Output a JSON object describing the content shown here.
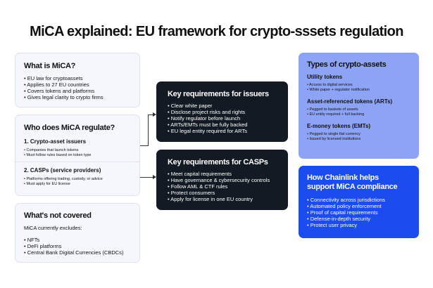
{
  "title": "MiCA explained: EU framework for crypto-sssets regulation",
  "what_is": {
    "heading": "What is MiCA?",
    "items": [
      "EU law for cryptoassets",
      "Applies to 27 EU countries",
      "Covers tokens and platforms",
      "Gives legal clarity to crypto firms"
    ]
  },
  "who": {
    "heading": "Who does MiCA regulate?",
    "groups": [
      {
        "label": "1. Crypto-asset issuers",
        "items": [
          "Companies that launch tokens",
          "Must follow rules based on token type"
        ]
      },
      {
        "label": "2. CASPs (service providers)",
        "items": [
          "Platforms offering trading, custody, or advice",
          "Must apply for EU license"
        ]
      }
    ]
  },
  "not_covered": {
    "heading": "What's not covered",
    "intro": "MiCA currently excludes:",
    "items": [
      "NFTs",
      "DeFi platforms",
      "Central Bank Digital Currencies (CBDCs)"
    ]
  },
  "issuers": {
    "heading": "Key requirements for issuers",
    "items": [
      "Clear white paper",
      "Disclose project risks and rights",
      "Notify regulator before launch",
      "ARTs/EMTs must be fully backed",
      "EU legal entity required for ARTs"
    ]
  },
  "casps": {
    "heading": "Key requirements for CASPs",
    "items": [
      "Meet capital requirements",
      "Have governance & cybersecurity controls",
      "Follow AML & CTF rules",
      "Protect consumers",
      "Apply for license in one EU country"
    ]
  },
  "types": {
    "heading": "Types of crypto-assets",
    "groups": [
      {
        "label": "Utility tokens",
        "items": [
          "Access to digital services",
          "White paper + regulator notification"
        ]
      },
      {
        "label": "Asset-referenced tokens (ARTs)",
        "items": [
          "Pegged to baskets of assets",
          "EU entity required + full backing"
        ]
      },
      {
        "label": "E-money tokens (EMTs)",
        "items": [
          "Pegged to single fiat currency",
          "Issued by licensed institutions"
        ]
      }
    ]
  },
  "chainlink": {
    "heading_1": "How Chainlink helps",
    "heading_2": "support MiCA compliance",
    "items": [
      "Connectivity across jurisdictions",
      "Automated policy enforcement",
      "Proof of capital requirements",
      "Defense-in-depth security",
      "Protect user privacy"
    ]
  },
  "colors": {
    "dark": "#131a24",
    "purple": "#8da3f6",
    "blue": "#1b4cf0"
  }
}
